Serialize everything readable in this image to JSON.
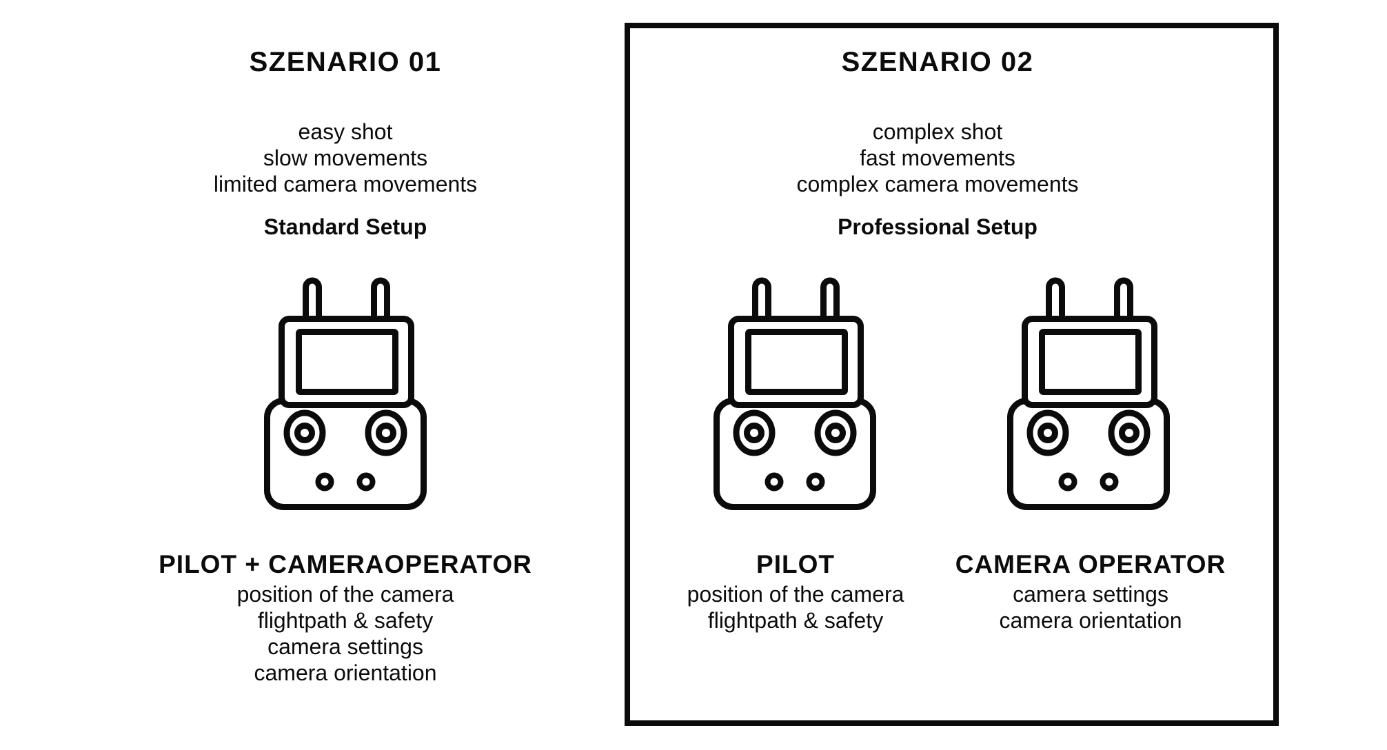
{
  "page": {
    "background_color": "#ffffff",
    "ink_color": "#0b0b0b",
    "icons": {
      "controller": "remote-controller-icon"
    }
  },
  "scenario_1": {
    "title": "SZENARIO 01",
    "shot_characteristics": [
      "easy shot",
      "slow movements",
      "limited camera movements"
    ],
    "setup_label": "Standard Setup",
    "controller_count": 1,
    "roles": [
      {
        "name": "PILOT + CAMERAOPERATOR",
        "responsibilities": [
          "position of the camera",
          "flightpath & safety",
          "camera settings",
          "camera orientation"
        ]
      }
    ]
  },
  "scenario_2": {
    "title": "SZENARIO 02",
    "shot_characteristics": [
      "complex shot",
      "fast movements",
      "complex camera movements"
    ],
    "setup_label": "Professional Setup",
    "controller_count": 2,
    "roles": [
      {
        "name": "PILOT",
        "responsibilities": [
          "position of the camera",
          "flightpath & safety"
        ]
      },
      {
        "name": "CAMERA OPERATOR",
        "responsibilities": [
          "camera settings",
          "camera orientation"
        ]
      }
    ]
  }
}
